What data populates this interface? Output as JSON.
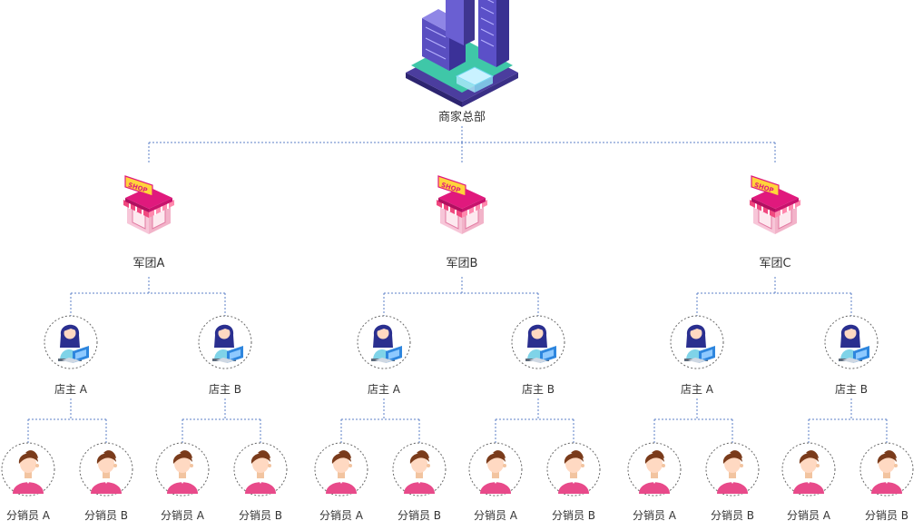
{
  "headquarters": {
    "label": "商家总部",
    "icon": "headquarters-building-icon"
  },
  "groups": [
    {
      "label": "军团A",
      "owners": [
        {
          "label": "店主 A",
          "distributors": [
            "分销员 A",
            "分销员 B"
          ]
        },
        {
          "label": "店主 B",
          "distributors": [
            "分销员 A",
            "分销员 B"
          ]
        }
      ]
    },
    {
      "label": "军团B",
      "owners": [
        {
          "label": "店主 A",
          "distributors": [
            "分销员 A",
            "分销员 B"
          ]
        },
        {
          "label": "店主 B",
          "distributors": [
            "分销员 A",
            "分销员 B"
          ]
        }
      ]
    },
    {
      "label": "军团C",
      "owners": [
        {
          "label": "店主 A",
          "distributors": [
            "分销员 A",
            "分销员 B"
          ]
        },
        {
          "label": "店主 B",
          "distributors": [
            "分销员 A",
            "分销员 B"
          ]
        }
      ]
    }
  ],
  "icons": {
    "group": "shop-icon",
    "owner": "shop-owner-laptop-icon",
    "distributor": "distributor-person-icon"
  },
  "colors": {
    "connector": "#5b7fc7",
    "shop_roof": "#e0197d",
    "shop_body": "#f7c6d8",
    "owner_shirt": "#7fd3e8",
    "distributor_shirt": "#e84a8a",
    "building": "#3f3a9c"
  }
}
